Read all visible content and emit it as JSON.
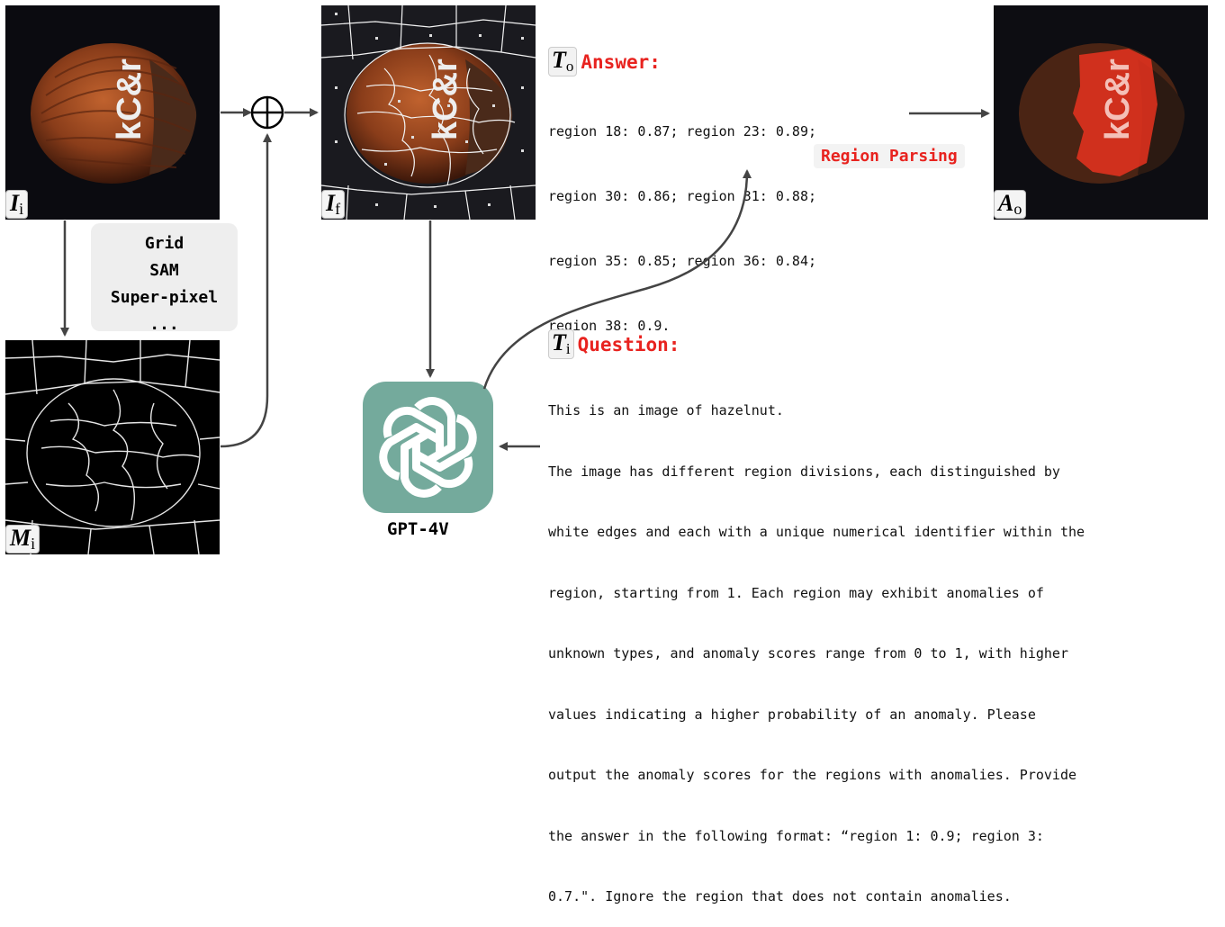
{
  "panels": {
    "input": {
      "symbol": "I",
      "sub": "i"
    },
    "fused": {
      "symbol": "I",
      "sub": "f"
    },
    "output": {
      "symbol": "A",
      "sub": "o"
    },
    "mask": {
      "symbol": "M",
      "sub": "i"
    }
  },
  "methods": [
    "Grid",
    "SAM",
    "Super-pixel",
    "..."
  ],
  "answer": {
    "symbol": "T",
    "sub": "o",
    "label": "Answer:",
    "lines": [
      "region 18: 0.87; region 23: 0.89;",
      "region 30: 0.86; region 31: 0.88;",
      "region 35: 0.85; region 36: 0.84;",
      "region 38: 0.9."
    ]
  },
  "region_parsing": "Region Parsing",
  "gpt_label": "GPT-4V",
  "question": {
    "symbol": "T",
    "sub": "i",
    "label": "Question:",
    "lines": [
      "This is an image of hazelnut.",
      "The image has different region divisions, each distinguished by",
      "white edges and each with a unique numerical identifier within the",
      "region, starting from 1. Each region may exhibit anomalies of",
      "unknown types, and anomaly scores range from 0 to 1, with higher",
      "values indicating a higher probability of an anomaly. Please",
      "output the anomaly scores for the regions with anomalies. Provide",
      "the answer in the following format: “region 1: 0.9; region 3:",
      "0.7.\". Ignore the region that does not contain anomalies."
    ]
  },
  "colors": {
    "accent": "#e8231f",
    "gpt": "#74aa9c",
    "nut": "#8a3d1a",
    "anomaly": "#e8321f"
  }
}
